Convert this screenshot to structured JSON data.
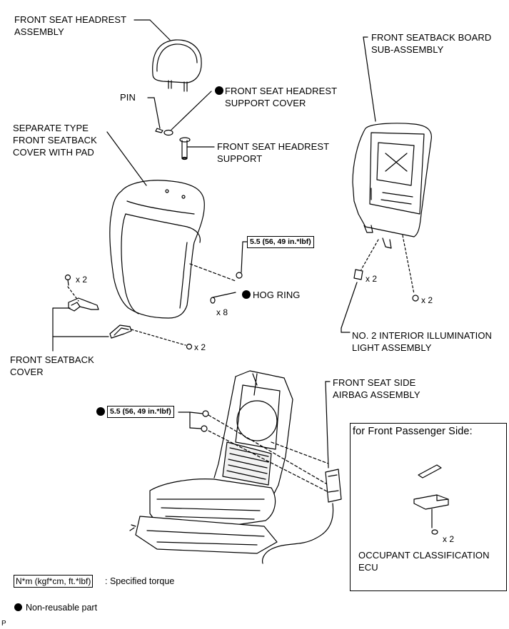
{
  "labels": {
    "headrest_assembly": [
      "FRONT SEAT HEADREST",
      "ASSEMBLY"
    ],
    "seatback_board": [
      "FRONT SEATBACK BOARD",
      "SUB-ASSEMBLY"
    ],
    "pin": "PIN",
    "headrest_support_cover": [
      "FRONT SEAT HEADREST",
      "SUPPORT COVER"
    ],
    "headrest_support": [
      "FRONT SEAT HEADREST",
      "SUPPORT"
    ],
    "seatback_cover_pad": [
      "SEPARATE TYPE",
      "FRONT SEATBACK",
      "COVER WITH PAD"
    ],
    "hog_ring": "HOG RING",
    "seatback_cover": [
      "FRONT SEATBACK",
      "COVER"
    ],
    "illumination_light": [
      "NO. 2 INTERIOR ILLUMINATION",
      "LIGHT ASSEMBLY"
    ],
    "side_airbag": [
      "FRONT SEAT SIDE",
      "AIRBAG ASSEMBLY"
    ],
    "passenger_title": "for Front Passenger Side:",
    "occupant_ecu": [
      "OCCUPANT CLASSIFICATION",
      "ECU"
    ]
  },
  "quantities": {
    "clip_x2_left": "x 2",
    "hog_ring_x8": "x 8",
    "bolt_x2_lower": "x 2",
    "light_x2": "x 2",
    "board_screw_x2": "x 2",
    "ecu_x2": "x 2"
  },
  "torques": {
    "upper": "5.5 (56, 49 in.*lbf)",
    "lower": "5.5 (56, 49 in.*lbf)"
  },
  "legend": {
    "torque_box": "N*m (kgf*cm, ft.*lbf)",
    "torque_text": ": Specified torque",
    "non_reusable": "Non-reusable part"
  },
  "footer_code": "P"
}
